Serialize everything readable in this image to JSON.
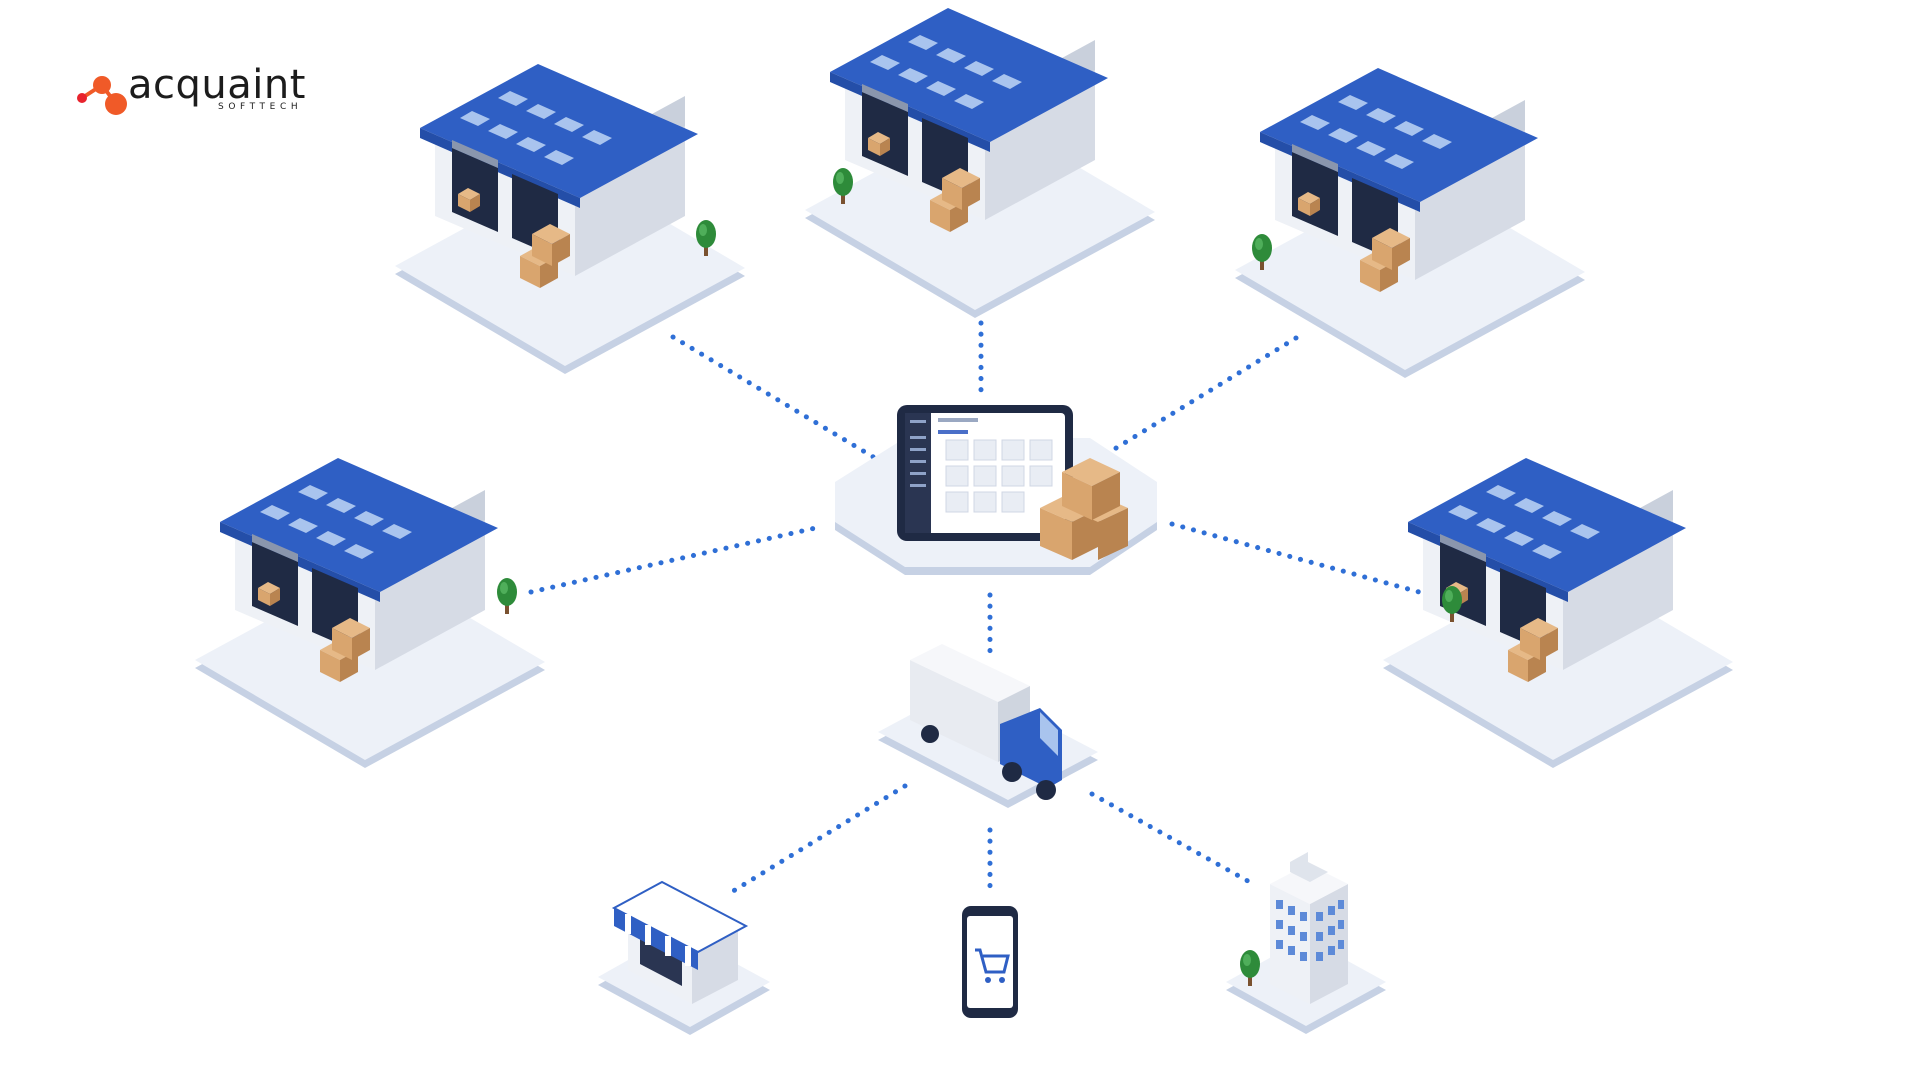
{
  "brand": {
    "name": "acquaint",
    "tagline": "SOFTTECH",
    "mark_icon": "molecule-dots-logo-icon",
    "colors": {
      "accent": "#f05a28",
      "accent_dark": "#e8232d",
      "text": "#1c1c1c"
    }
  },
  "colors": {
    "roof": "#2f5fc4",
    "roof_dark": "#244ea8",
    "skylight": "#a9c4ee",
    "wall": "#eef1f6",
    "wall_shade": "#d6dbe5",
    "base": "#edf1f8",
    "base_edge": "#c6d1e4",
    "box": "#d9a56e",
    "box_shade": "#b98450",
    "tree": "#2e8b3a",
    "trunk": "#7a5230",
    "link": "#2f6fd6",
    "truck_cab": "#2f5fc4"
  },
  "hub": {
    "icon": "inventory-dashboard-tablet-icon",
    "boxes_icon": "cardboard-boxes-icon"
  },
  "nodes": [
    {
      "id": "warehouse-top-left",
      "icon": "warehouse-icon"
    },
    {
      "id": "warehouse-top-center",
      "icon": "warehouse-icon"
    },
    {
      "id": "warehouse-top-right",
      "icon": "warehouse-icon"
    },
    {
      "id": "warehouse-middle-left",
      "icon": "warehouse-icon"
    },
    {
      "id": "warehouse-middle-right",
      "icon": "warehouse-icon"
    },
    {
      "id": "delivery-truck",
      "icon": "delivery-truck-icon"
    },
    {
      "id": "retail-store",
      "icon": "storefront-icon"
    },
    {
      "id": "mobile-shop",
      "icon": "smartphone-cart-icon"
    },
    {
      "id": "office-building",
      "icon": "office-building-icon"
    }
  ],
  "links": [
    {
      "from": "warehouse-top-left",
      "to": "hub"
    },
    {
      "from": "warehouse-top-center",
      "to": "hub"
    },
    {
      "from": "warehouse-top-right",
      "to": "hub"
    },
    {
      "from": "warehouse-middle-left",
      "to": "hub"
    },
    {
      "from": "warehouse-middle-right",
      "to": "hub"
    },
    {
      "from": "hub",
      "to": "delivery-truck"
    },
    {
      "from": "delivery-truck",
      "to": "retail-store"
    },
    {
      "from": "delivery-truck",
      "to": "mobile-shop"
    },
    {
      "from": "delivery-truck",
      "to": "office-building"
    }
  ]
}
